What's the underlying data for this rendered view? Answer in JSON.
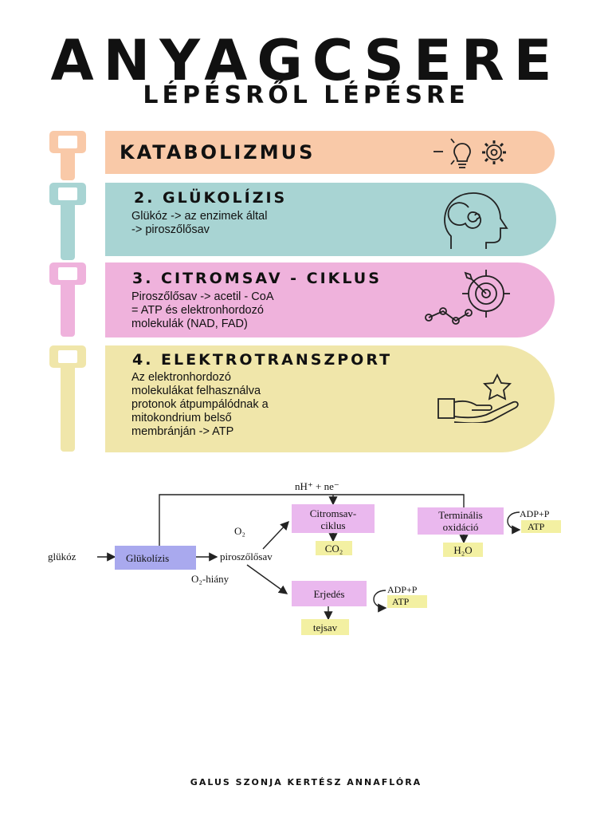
{
  "header": {
    "title": "ANYAGCSERE",
    "subtitle": "LÉPÉSRŐL LÉPÉSRE"
  },
  "steps": [
    {
      "title": "KATABOLIZMUS",
      "text": [],
      "color": "#f9c9a8",
      "icon": "lightbulb-gear-icon"
    },
    {
      "title": "2. GLÜKOLÍZIS",
      "text": [
        "Glükóz -> az enzimek által",
        "-> piroszőlősav"
      ],
      "color": "#a8d4d3",
      "icon": "head-spiral-icon"
    },
    {
      "title": "3. CITROMSAV - CIKLUS",
      "text": [
        "Piroszőlősav -> acetil - CoA",
        "= ATP és elektronhordozó",
        "molekulák (NAD, FAD)"
      ],
      "color": "#efb2dc",
      "icon": "target-icon"
    },
    {
      "title": "4. ELEKTROTRANSZPORT",
      "text": [
        "Az elektronhordozó",
        "molekulákat felhasználva",
        "protonok átpumpálódnak a",
        "mitokondrium belső",
        "membránján -> ATP"
      ],
      "color": "#f0e6aa",
      "icon": "hand-star-icon"
    }
  ],
  "diagram": {
    "top_label": "nH⁺ + ne⁻",
    "glukoz": "glükóz",
    "glukolizis": "Glükolízis",
    "piroszolosav": "piroszőlősav",
    "o2": "O₂",
    "o2_hiany": "O₂-hiány",
    "citromsav_1": "Citromsav-",
    "citromsav_2": "ciklus",
    "co2": "CO₂",
    "terminalis_1": "Terminális",
    "terminalis_2": "oxidáció",
    "h2o": "H₂O",
    "adp_top": "ADP+P",
    "atp_top": "ATP",
    "erjedes": "Erjedés",
    "adp_bottom": "ADP+P",
    "atp_bottom": "ATP",
    "tejsav": "tejsav",
    "colors": {
      "blue": "#a9a9ee",
      "pink": "#eab8ee",
      "yellow": "#f3f0a2"
    }
  },
  "footer": {
    "authors": "GALUS SZONJA KERTÉSZ ANNAFLÓRA"
  }
}
